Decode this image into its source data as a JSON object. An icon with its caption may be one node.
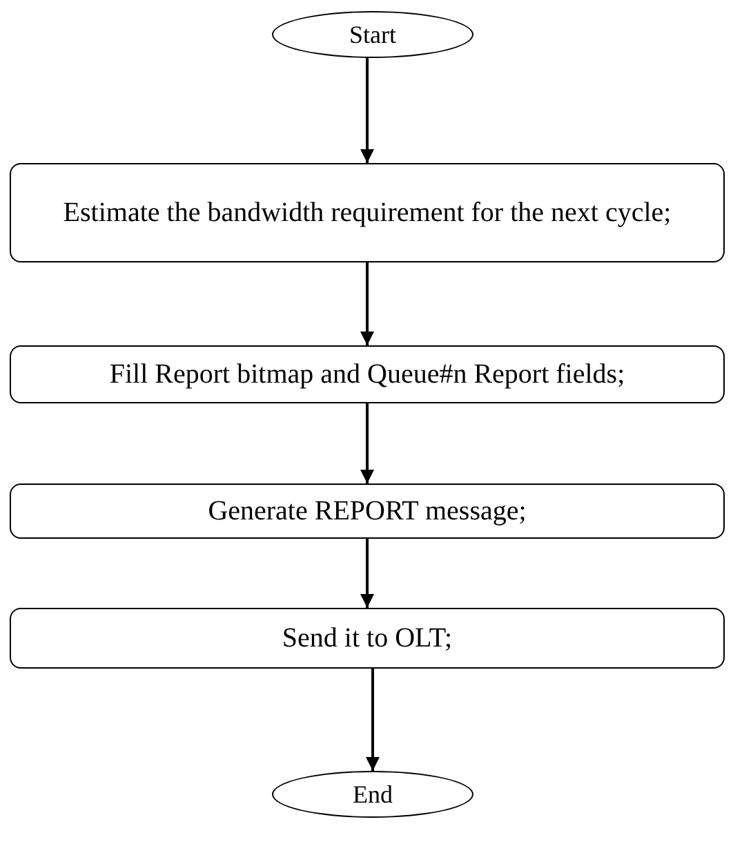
{
  "diagram": {
    "nodes": [
      {
        "text": [
          "Start"
        ]
      },
      {
        "text": [
          "Estimate the bandwidth requirement for the next cycle;"
        ]
      },
      {
        "text": [
          "Fill Report bitmap and Queue#n Report fields;"
        ]
      },
      {
        "text": [
          "Generate REPORT message;"
        ]
      },
      {
        "text": [
          "Send it to OLT;"
        ]
      },
      {
        "text": [
          "End"
        ]
      }
    ],
    "edges": [
      {
        "from": 0,
        "to": 1,
        "arrow": "to"
      },
      {
        "from": 1,
        "to": 2,
        "arrow": "to"
      },
      {
        "from": 2,
        "to": 3,
        "arrow": "to"
      },
      {
        "from": 3,
        "to": 4,
        "arrow": "to"
      },
      {
        "from": 4,
        "to": 5,
        "arrow": "to"
      }
    ]
  }
}
